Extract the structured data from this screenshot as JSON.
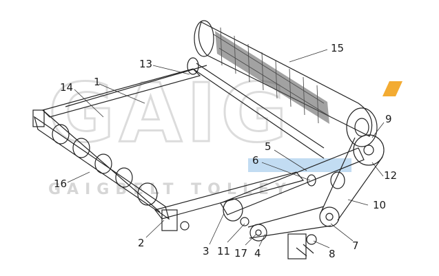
{
  "watermark": {
    "brand": "GAIG",
    "tagline": "GAIGBELT  TOLLEY",
    "accent_color": "#f2a21c",
    "chinese_color": "#3c8fd8"
  },
  "callouts": [
    "1",
    "2",
    "3",
    "4",
    "5",
    "6",
    "7",
    "8",
    "9",
    "10",
    "11",
    "12",
    "13",
    "14",
    "15",
    "16",
    "17"
  ]
}
